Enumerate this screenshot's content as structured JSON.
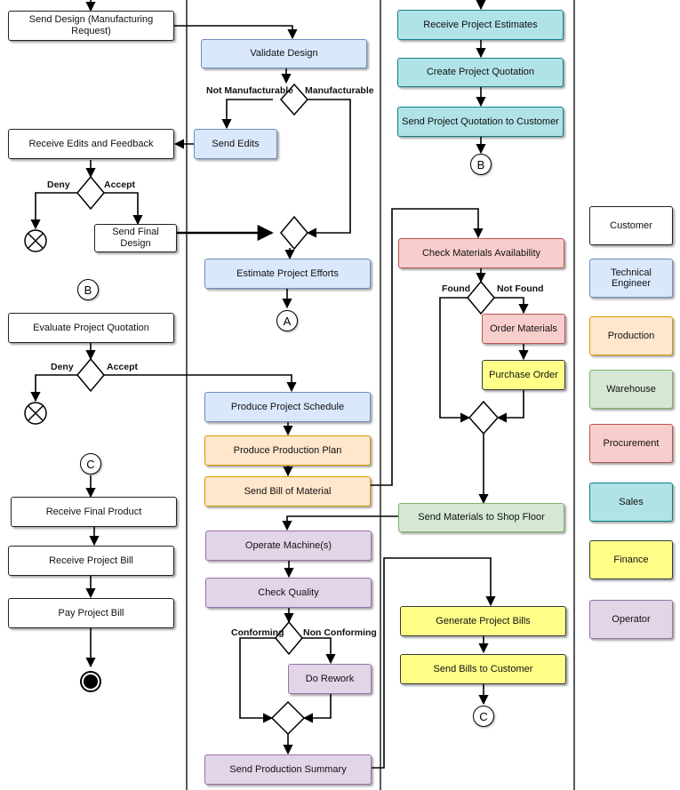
{
  "colors": {
    "customer": "#ffffff",
    "technical_engineer": "#dae8fc",
    "production": "#ffe6cc",
    "warehouse": "#d5e8d4",
    "procurement": "#f8cecc",
    "sales": "#b0e3e6",
    "finance": "#ffff88",
    "operator": "#e1d5e7"
  },
  "customer_lane": {
    "send_design": "Send Design (Manufacturing Request)",
    "receive_edits": "Receive Edits and Feedback",
    "deny_1": "Deny",
    "accept_1": "Accept",
    "send_final_design": "Send Final Design",
    "connector_b": "B",
    "evaluate_quotation": "Evaluate Project Quotation",
    "deny_2": "Deny",
    "accept_2": "Accept",
    "connector_c": "C",
    "receive_final_product": "Receive Final Product",
    "receive_project_bill": "Receive Project Bill",
    "pay_project_bill": "Pay Project Bill"
  },
  "engineering_lane": {
    "validate_design": "Validate Design",
    "not_manufacturable": "Not Manufacturable",
    "manufacturable": "Manufacturable",
    "send_edits": "Send Edits",
    "estimate_efforts": "Estimate Project Efforts",
    "connector_a": "A",
    "produce_schedule": "Produce Project Schedule",
    "produce_plan": "Produce Production Plan",
    "send_bom": "Send Bill of Material",
    "operate_machines": "Operate Machine(s)",
    "check_quality": "Check Quality",
    "conforming": "Conforming",
    "non_conforming": "Non Conforming",
    "do_rework": "Do Rework",
    "send_summary": "Send Production Summary"
  },
  "sales_lane": {
    "receive_estimates": "Receive Project Estimates",
    "create_quotation": "Create Project Quotation",
    "send_quotation": "Send Project Quotation to Customer",
    "connector_b": "B",
    "check_materials": "Check Materials Availability",
    "found": "Found",
    "not_found": "Not Found",
    "order_materials": "Order Materials",
    "purchase_order": "Purchase Order",
    "send_materials": "Send Materials to Shop Floor",
    "generate_bills": "Generate Project Bills",
    "send_bills": "Send Bills to Customer",
    "connector_c": "C"
  },
  "legend": [
    {
      "label": "Customer",
      "color": "#ffffff"
    },
    {
      "label": "Technical Engineer",
      "color": "#dae8fc"
    },
    {
      "label": "Production",
      "color": "#ffe6cc"
    },
    {
      "label": "Warehouse",
      "color": "#d5e8d4"
    },
    {
      "label": "Procurement",
      "color": "#f8cecc"
    },
    {
      "label": "Sales",
      "color": "#b0e3e6"
    },
    {
      "label": "Finance",
      "color": "#ffff88"
    },
    {
      "label": "Operator",
      "color": "#e1d5e7"
    }
  ]
}
